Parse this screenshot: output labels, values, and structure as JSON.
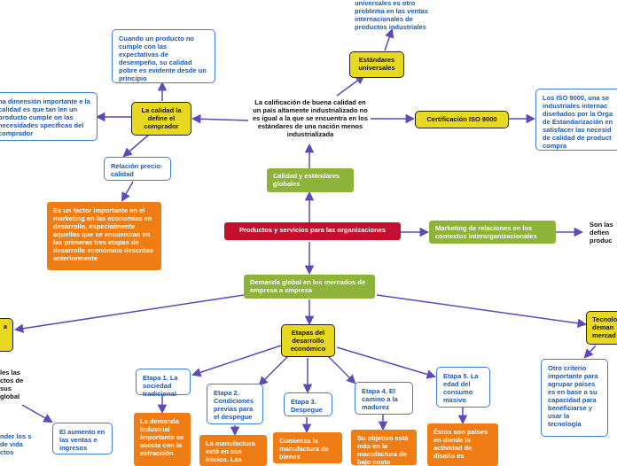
{
  "colors": {
    "central": "#c4102f",
    "green": "#8db33a",
    "yellow": "#e8d820",
    "blue_text": "#1a5ab4",
    "orange": "#f07d14",
    "connector": "#5b4ab8"
  },
  "nodes": {
    "central": "Productos y servicios para las organizaciones",
    "calidad_estandares": "Calidad y estándares globales",
    "marketing_relaciones": "Marketing de relaciones en los contextos interorganizacionales",
    "demanda_global": "Demanda global en los mercados de empresa a empresa",
    "calificacion_calidad": "La calificación de buena calidad en un país altamente industrializado no es igual a la que se encuentra en los estándares de una nación menos industrializada",
    "estandares_universales": "Estándares universales",
    "estandares_universales_desc": "universales es otro problema en las ventas internacionales de productos industriales",
    "certificacion_iso": "Certificación ISO 9000",
    "iso_desc": "Los ISO 9000, una se industriales internac diseñados por la Orga de Estandarización en satisfacer las necesid de calidad de product compra",
    "calidad_comprador": "La calidad la define el comprador",
    "calidad_comprador_desc": "Cuando un producto no cumple con las expectativas de desempeño, su calidad pobre es evidente desde un principio",
    "dimension_importante": "na dimensión importante e la calidad es que tan len un producto cumple on las necesidades specíficas del comprador",
    "relacion_precio": "Relación precio-calidad",
    "factor_importante": "Es un factor importante en el marketing en las economías en desarrollo, especialmente aquellas que se encuentran en las primeras tres etapas de desarrollo económico descritas anteriormente",
    "son_las": "Son las defien produc",
    "etapas_desarrollo": "Etapas del desarrollo económico",
    "tecnologia_demanda": "Tecnolo deman mercad",
    "otro_criterio": "Otro criterio importante para agrupar países es en base a su capacidad para beneficiarse y usar la tecnología",
    "left_yellow": "a",
    "left_text_1": "les las ctos de sus global",
    "aumento_ventas": "El aumento en las ventas e ingresos",
    "left_text_2": "nder los s de vida ctos",
    "etapa1": "Etapa 1. La sociedad tradicional",
    "etapa1_desc": "La demanda industrial importante se asocia con la extracción",
    "etapa2": "Etapa 2. Condiciones previas para el despegue",
    "etapa2_desc": "La manufactura está en sus inicios. Las",
    "etapa3": "Etapa 3. Despegue",
    "etapa3_desc": "Comienza la manufactura de bienes",
    "etapa4": "Etapa 4. El camino a la madurez",
    "etapa4_desc": "Su objetivo está más en la manufactura de bajo costo",
    "etapa5": "Etapa 5. La edad del consumo masivo",
    "etapa5_desc": "Éstos son países en donde la actividad de diseño es"
  }
}
